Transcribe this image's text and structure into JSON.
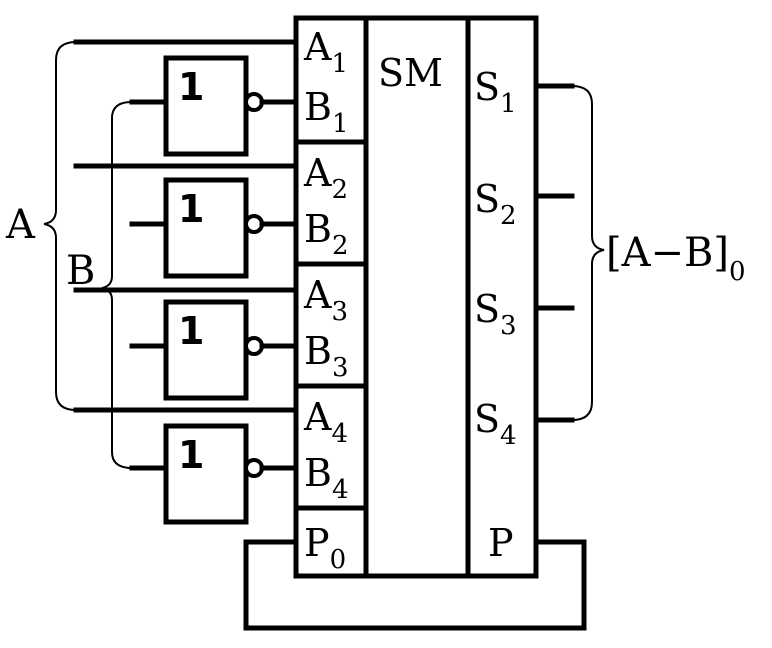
{
  "adder": {
    "title": "SM",
    "inputs": [
      {
        "a": "A",
        "a_sub": "1",
        "b": "B",
        "b_sub": "1"
      },
      {
        "a": "A",
        "a_sub": "2",
        "b": "B",
        "b_sub": "2"
      },
      {
        "a": "A",
        "a_sub": "3",
        "b": "B",
        "b_sub": "3"
      },
      {
        "a": "A",
        "a_sub": "4",
        "b": "B",
        "b_sub": "4"
      }
    ],
    "outputs": [
      {
        "s": "S",
        "s_sub": "1"
      },
      {
        "s": "S",
        "s_sub": "2"
      },
      {
        "s": "S",
        "s_sub": "3"
      },
      {
        "s": "S",
        "s_sub": "4"
      }
    ],
    "carry_in": {
      "text": "P",
      "sub": "0"
    },
    "carry_out": "P"
  },
  "inverters": [
    "1",
    "1",
    "1",
    "1"
  ],
  "bus_labels": {
    "a": "A",
    "b": "B"
  },
  "result": {
    "text": "[A−B]",
    "sub": "0"
  }
}
